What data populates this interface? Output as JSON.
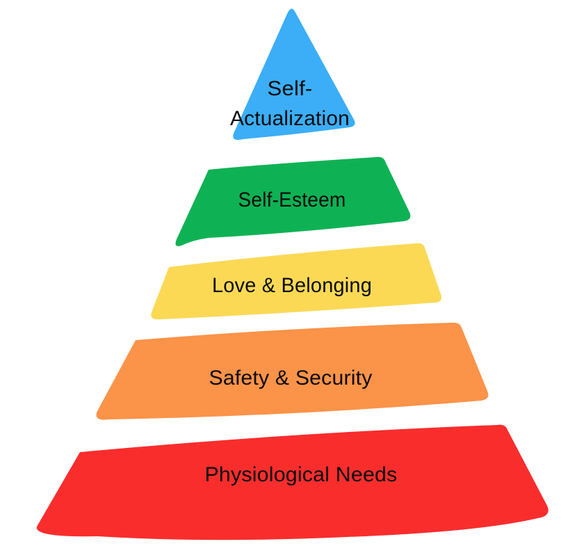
{
  "pyramid": {
    "description": "Five-level needs pyramid",
    "levels": [
      {
        "label": "Self-Actualization",
        "lines": [
          "Self-",
          "Actualization"
        ],
        "color": "#3BAEF7"
      },
      {
        "label": "Self-Esteem",
        "color": "#0EB254"
      },
      {
        "label": "Love & Belonging",
        "color": "#FBD955"
      },
      {
        "label": "Safety & Security",
        "color": "#FB9349"
      },
      {
        "label": "Physiological Needs",
        "color": "#FA2D2D"
      }
    ],
    "text_color": "#0A0A0A",
    "background_color": "#FFFFFF"
  }
}
